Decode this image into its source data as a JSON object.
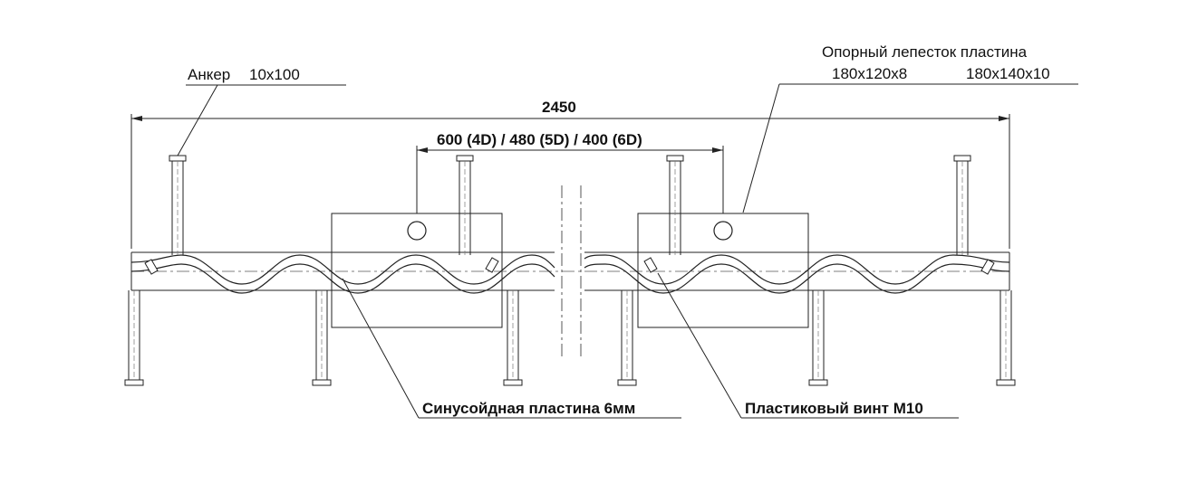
{
  "drawing": {
    "anchor_label": "Анкер",
    "anchor_size": "10x100",
    "support_title": "Опорный лепесток  пластина",
    "support_size_1": "180x120x8",
    "support_size_2": "180x140x10",
    "total_length": "2450",
    "spacing": "600 (4D) / 480 (5D) / 400 (6D)",
    "plate_label": "Синусойдная пластина  6мм",
    "screw_label": "Пластиковый винт M10"
  }
}
